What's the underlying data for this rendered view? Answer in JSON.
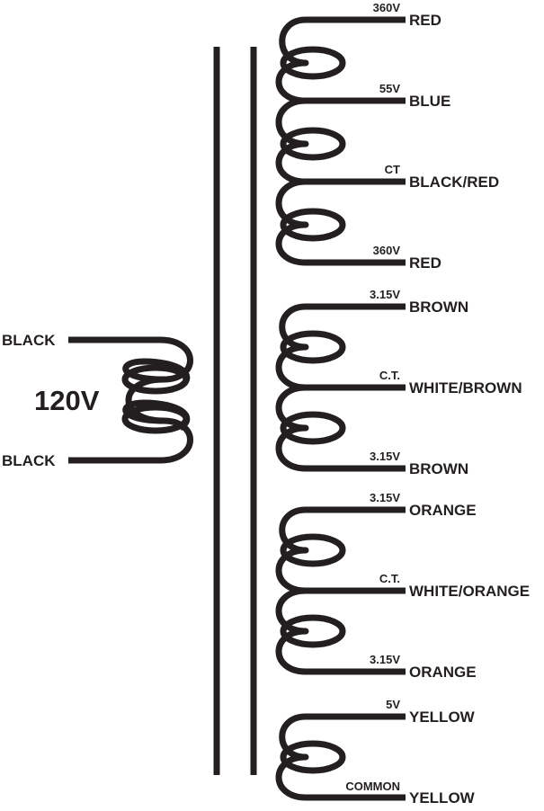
{
  "primary": {
    "voltage": "120V",
    "leads": [
      {
        "color": "BLACK"
      },
      {
        "color": "BLACK"
      }
    ]
  },
  "secondaries": [
    {
      "taps": [
        {
          "voltage": "360V",
          "color": "RED"
        },
        {
          "voltage": "55V",
          "color": "BLUE"
        },
        {
          "voltage": "CT",
          "color": "BLACK/RED"
        },
        {
          "voltage": "360V",
          "color": "RED"
        }
      ]
    },
    {
      "taps": [
        {
          "voltage": "3.15V",
          "color": "BROWN"
        },
        {
          "voltage": "C.T.",
          "color": "WHITE/BROWN"
        },
        {
          "voltage": "3.15V",
          "color": "BROWN"
        }
      ]
    },
    {
      "taps": [
        {
          "voltage": "3.15V",
          "color": "ORANGE"
        },
        {
          "voltage": "C.T.",
          "color": "WHITE/ORANGE"
        },
        {
          "voltage": "3.15V",
          "color": "ORANGE"
        }
      ]
    },
    {
      "taps": [
        {
          "voltage": "5V",
          "color": "YELLOW"
        },
        {
          "voltage": "COMMON",
          "color": "YELLOW"
        }
      ]
    }
  ],
  "colors": {
    "ink": "#231f20",
    "background": "#ffffff"
  }
}
